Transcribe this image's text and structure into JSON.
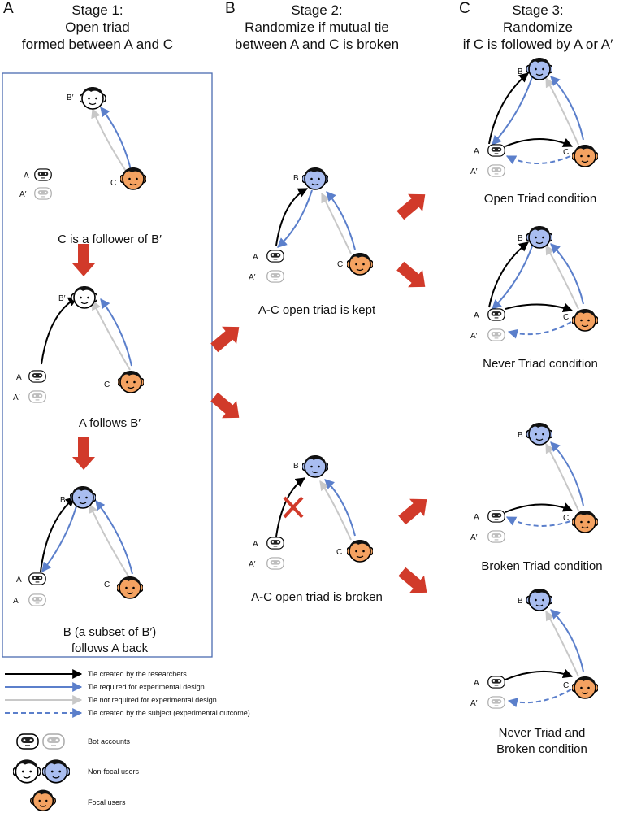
{
  "panels": {
    "a": {
      "letter": "A",
      "title": [
        "Stage 1:",
        "Open triad",
        "formed between A and C"
      ],
      "captions": {
        "c_follower": "C is a follower of B′",
        "a_follows": "A follows B′",
        "b_follows_back": [
          "B (a subset of B′)",
          "follows A back"
        ]
      }
    },
    "b": {
      "letter": "B",
      "title": [
        "Stage 2:",
        "Randomize if mutual tie",
        "between A and C is broken"
      ],
      "captions": {
        "kept": "A-C open triad is kept",
        "broken": "A-C open triad is broken"
      }
    },
    "c": {
      "letter": "C",
      "title": [
        "Stage 3:",
        "Randomize",
        "if C is followed by A or A′"
      ],
      "captions": {
        "open": "Open Triad condition",
        "never": "Never Triad condition",
        "broken": "Broken Triad condition",
        "never_broken": [
          "Never Triad and",
          "Broken condition"
        ]
      }
    }
  },
  "node_labels": {
    "b": "B",
    "b_prime": "B′",
    "c": "C",
    "a": "A",
    "a_prime": "A′"
  },
  "legend": {
    "edges": [
      {
        "label": "Tie created by the researchers",
        "color": "#000000",
        "style": "solid"
      },
      {
        "label": "Tie required for experimental design",
        "color": "#5b7fcb",
        "style": "solid"
      },
      {
        "label": "Tie not required for experimental design",
        "color": "#c8c8c8",
        "style": "solid"
      },
      {
        "label": "Tie created by the subject (experimental outcome)",
        "color": "#5b7fcb",
        "style": "dashed"
      }
    ],
    "nodes": [
      {
        "label": "Bot accounts",
        "icon": "bot-icon"
      },
      {
        "label": "Non-focal users",
        "icon": "person-icon"
      },
      {
        "label": "Focal users",
        "icon": "focal-person-icon"
      }
    ]
  },
  "colors": {
    "researcher_tie": "#000000",
    "required_tie": "#5b7fcb",
    "not_required_tie": "#c8c8c8",
    "flow_arrow": "#d13a2a",
    "focal_face": "#f4a261",
    "nonfocal_face_blue": "#a9bdf0"
  }
}
